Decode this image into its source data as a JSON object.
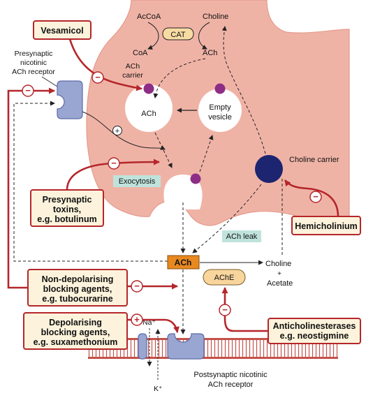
{
  "terminal": {
    "cat": "CAT",
    "acetyl_coa": "AcCoA",
    "coa": "CoA",
    "choline_top": "Choline",
    "ach_cytoplasm": "ACh",
    "ach_carrier_line1": "ACh",
    "ach_carrier_line2": "carrier",
    "ach_in_vesicle": "ACh",
    "empty_vesicle_line1": "Empty",
    "empty_vesicle_line2": "vesicle",
    "exocytosis": "Exocytosis",
    "ach_leak": "ACh leak",
    "choline_carrier": "Choline carrier"
  },
  "presynaptic_receptor": {
    "line1": "Presynaptic",
    "line2": "nicotinic",
    "line3": "ACh receptor"
  },
  "cleft": {
    "ach": "ACh",
    "choline": "Choline",
    "plus": "+",
    "acetate": "Acetate",
    "ache": "AChE"
  },
  "postsynaptic": {
    "na": "Na⁺",
    "k": "K⁺",
    "receptor_line1": "Postsynaptic nicotinic",
    "receptor_line2": "ACh receptor"
  },
  "drugs": {
    "vesamicol": "Vesamicol",
    "presynaptic_toxins_line1": "Presynaptic",
    "presynaptic_toxins_line2": "toxins,",
    "presynaptic_toxins_line3": "e.g. botulinum",
    "hemicholinium": "Hemicholinium",
    "non_depol_line1": "Non-depolarising",
    "non_depol_line2": "blocking agents,",
    "non_depol_line3": "e.g. tubocurarine",
    "depol_line1": "Depolarising",
    "depol_line2": "blocking agents,",
    "depol_line3": "e.g. suxamethonium",
    "antichol_line1": "Anticholinesterases",
    "antichol_line2": "e.g. neostigmine"
  },
  "signs": {
    "minus": "−",
    "plus": "+"
  },
  "colors": {
    "terminal_fill": "#efb3a6",
    "terminal_stroke": "#e49a8b",
    "drug_box_fill": "#fdf3dc",
    "drug_box_stroke": "#b5262a",
    "inhibit_red": "#b5262a",
    "receptor_fill": "#9aa6d2",
    "receptor_stroke": "#5b6aa8",
    "choline_carrier": "#1d2570",
    "vesicle_dot": "#8d2d86",
    "ach_cleft_box": "#e7891f",
    "ache_fill": "#f7d59c",
    "cat_fill": "#f7dba3",
    "label_bg": "#bfe3dc",
    "membrane_red": "#c4524a"
  }
}
